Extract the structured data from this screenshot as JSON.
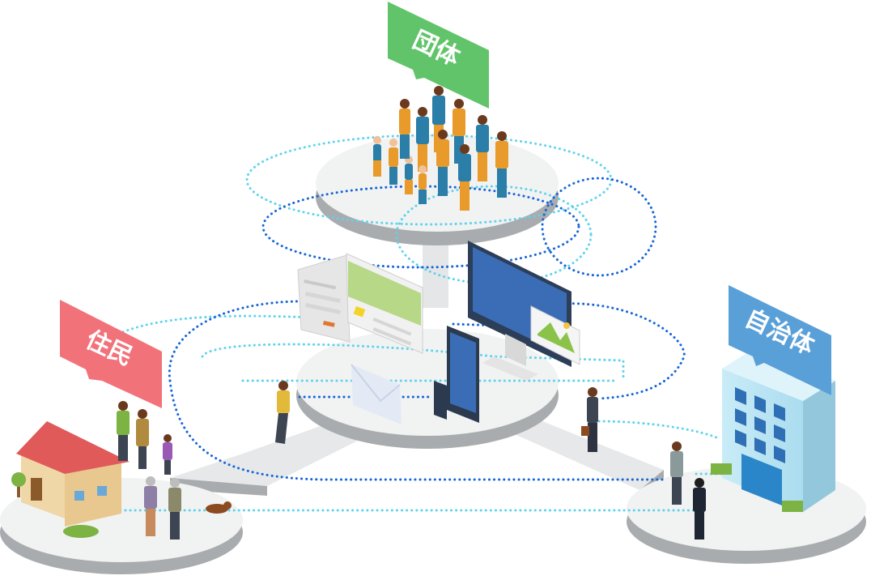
{
  "labels": {
    "group": "団体",
    "residents": "住民",
    "municipality": "自治体"
  },
  "colors": {
    "group_tag": "#62c46a",
    "residents_tag": "#f2727a",
    "municipality_tag": "#5aa0d8",
    "link_light": "#5fd3ee",
    "link_dark": "#1565d8",
    "platform_top": "#f1f2f2",
    "platform_side": "#a9acae"
  }
}
